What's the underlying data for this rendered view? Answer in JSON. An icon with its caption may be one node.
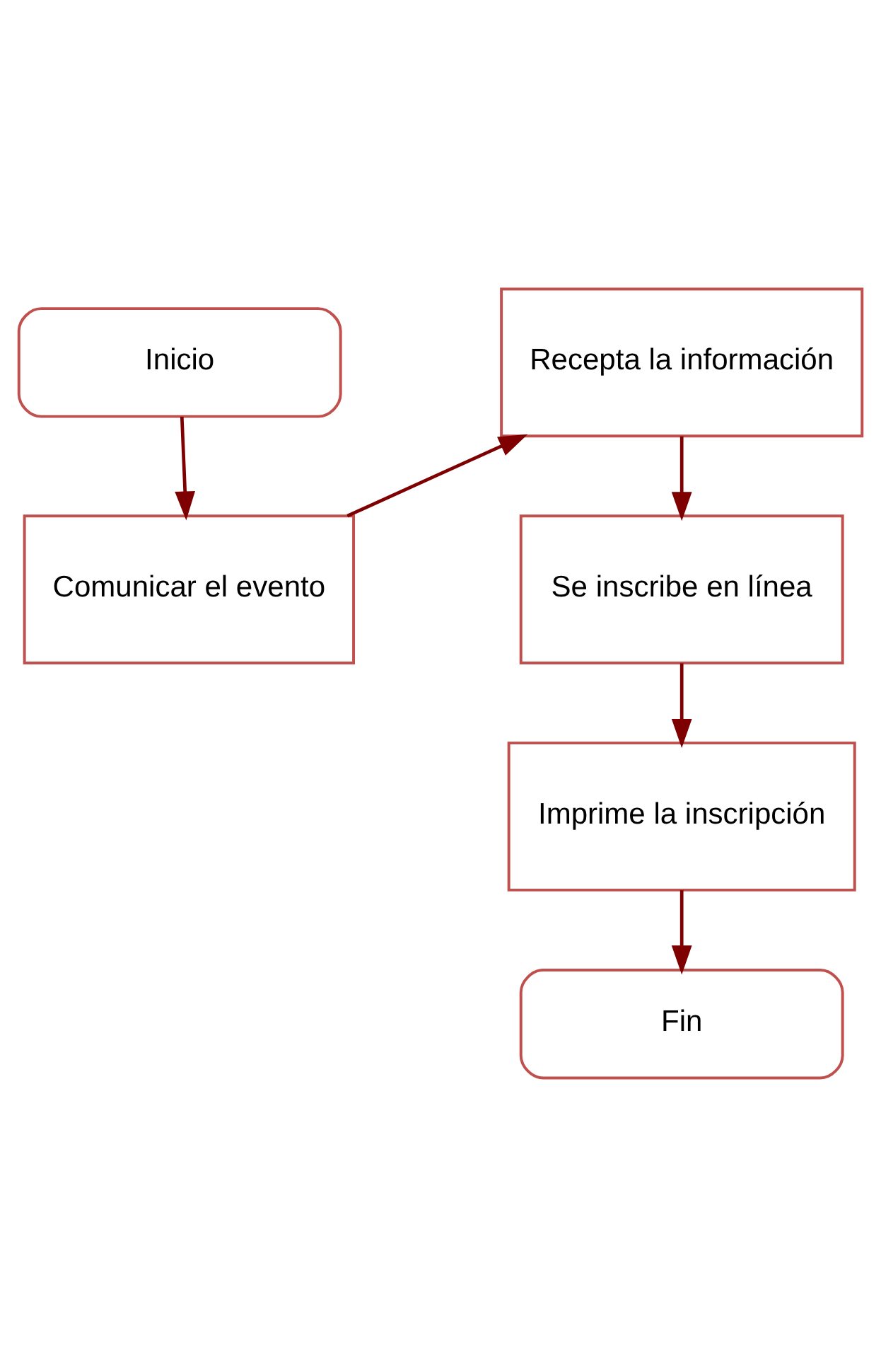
{
  "diagram": {
    "nodes": [
      {
        "text": [
          "Inicio"
        ]
      },
      {
        "text": [
          "Comunicar el evento"
        ]
      },
      {
        "text": [
          "Recepta la información"
        ]
      },
      {
        "text": [
          "Se inscribe en línea"
        ]
      },
      {
        "text": [
          "Imprime la inscripción"
        ]
      },
      {
        "text": [
          "Fin"
        ]
      }
    ],
    "edges": [
      {
        "from": 0,
        "to": 1,
        "arrow": "to"
      },
      {
        "from": 1,
        "to": 2,
        "arrow": "to"
      },
      {
        "from": 2,
        "to": 3,
        "arrow": "to"
      },
      {
        "from": 3,
        "to": 4,
        "arrow": "to"
      },
      {
        "from": 4,
        "to": 5,
        "arrow": "to"
      }
    ]
  }
}
